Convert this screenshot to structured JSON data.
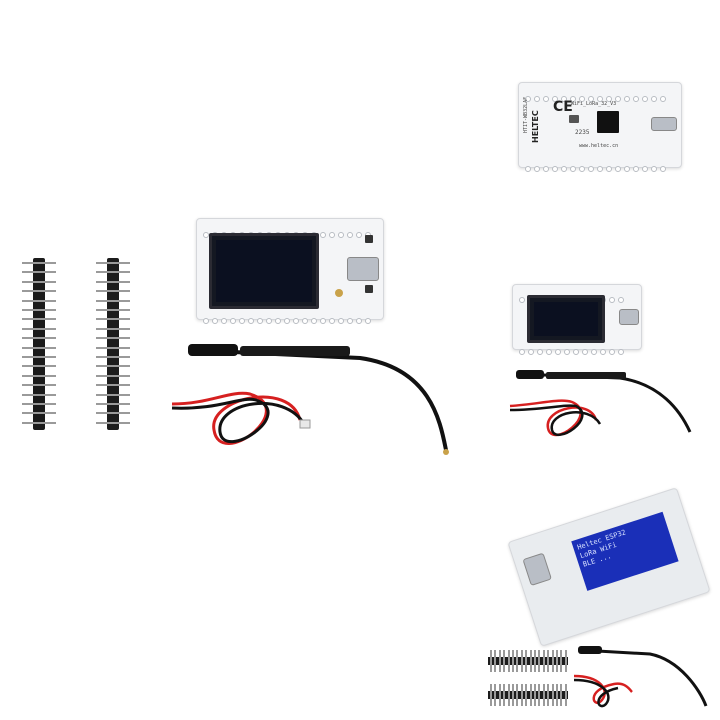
{
  "back_board": {
    "brand": "HELTEC",
    "ce_mark": "CE",
    "model": "HTIT-WB32LAF",
    "version": "WiFi_LoRa_32_V3",
    "date_code": "2235",
    "url": "www.heltec.cn"
  },
  "product_screen_text": [
    "Heltec ESP32",
    "LoRa WiFi",
    "BLE ..."
  ],
  "colors": {
    "board": "#f4f5f7",
    "oled": "#141822",
    "oled_lit": "#1a2fb8",
    "wire_red": "#d62020",
    "wire_black": "#111111",
    "header": "#1c1c1c"
  }
}
